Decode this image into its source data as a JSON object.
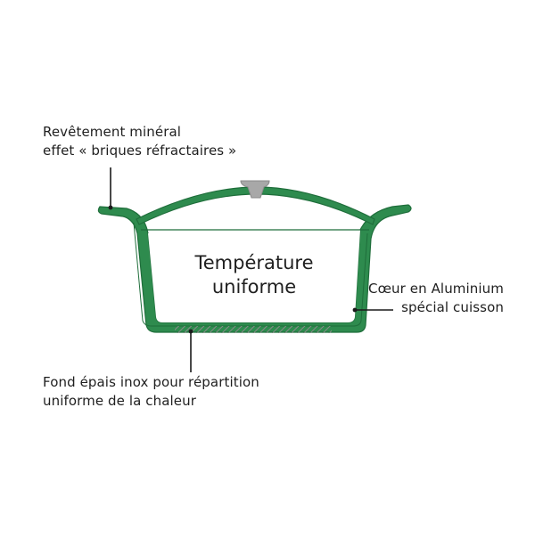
{
  "labels": {
    "coating": [
      "Revêtement minéral",
      "effet « briques réfractaires »"
    ],
    "core": [
      "Cœur en Aluminium",
      "spécial cuisson"
    ],
    "base": [
      "Fond épais inox pour répartition",
      "uniforme de la chaleur"
    ]
  },
  "center_text": [
    "Température",
    "uniforme"
  ],
  "colors": {
    "enamel": "#2e8b4e",
    "enamel_dark": "#1f6e3b",
    "interior": "#ffffff",
    "knob": "#a8a8a8",
    "base_hatch": "#8a8a8a",
    "leader_line": "#1a1a1a",
    "text": "#1f1f1f"
  }
}
